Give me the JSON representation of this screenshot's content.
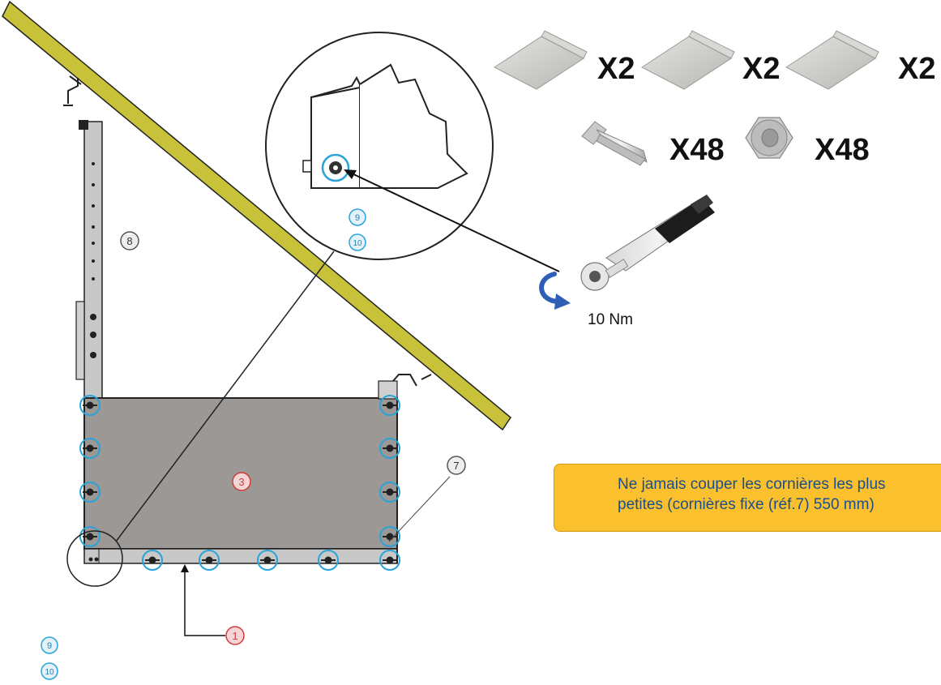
{
  "callouts": {
    "bottom_plate": "1",
    "panel": "3",
    "fixed_angle": "7",
    "side_upright": "8",
    "bolt_ref": "9",
    "nut_ref": "10"
  },
  "parts": {
    "tray_a_qty": "X2",
    "tray_b_qty": "X2",
    "tray_c_qty": "X2",
    "bolt_qty": "X48",
    "nut_qty": "X48"
  },
  "torque": {
    "label": "10 Nm"
  },
  "warning": {
    "line1": "Ne jamais couper les cornières les plus",
    "line2": "petites (cornières fixe (réf.7) 550 mm)"
  },
  "colors": {
    "beam": "#c8c23a",
    "panel": "#9b9896",
    "bolt_ring": "#2aa3d8",
    "callout_red": "#d23a3a",
    "callout_grey": "#555555",
    "warning_bg": "#fbc02d",
    "warning_text": "#1b4f8a",
    "rotation_arrow": "#2f5fb5"
  },
  "icons": [
    "warning-triangle-icon",
    "rotation-arrow-icon",
    "torque-wrench-icon",
    "bolt-icon",
    "nut-icon",
    "angle-tray-icon"
  ]
}
